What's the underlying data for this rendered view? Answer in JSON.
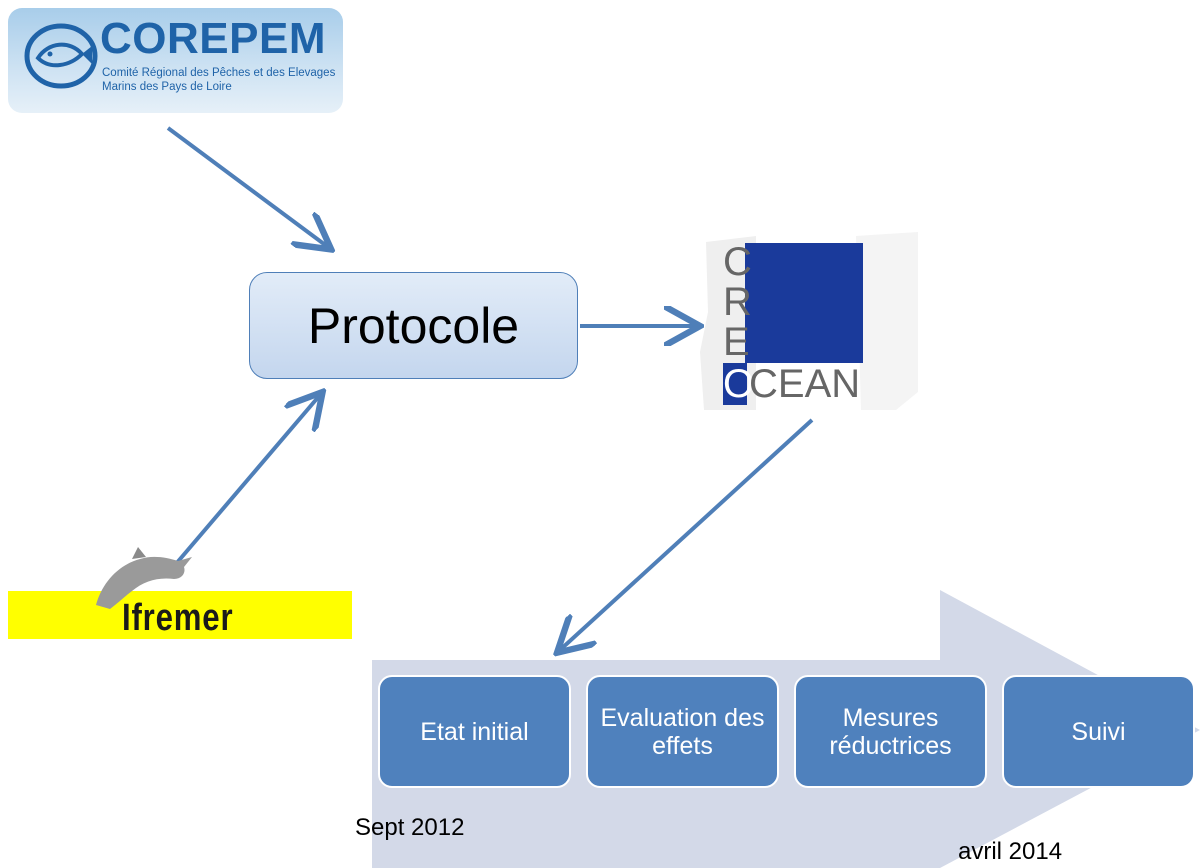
{
  "logos": {
    "corepem": {
      "name": "COREPEM",
      "subtitle": "Comité Régional des Pêches et des Elevages Marins des Pays de Loire"
    },
    "creocean": {
      "letters": [
        "C",
        "R",
        "E"
      ],
      "o": "O",
      "rest": "CEAN"
    },
    "ifremer": {
      "name": "Ifremer"
    }
  },
  "center": {
    "label": "Protocole"
  },
  "timeline": {
    "steps": [
      {
        "label": "Etat initial"
      },
      {
        "label": "Evaluation des effets"
      },
      {
        "label": "Mesures réductrices"
      },
      {
        "label": "Suivi"
      }
    ],
    "start_label": "Sept 2012",
    "end_label": "avril 2014"
  },
  "colors": {
    "arrow": "#4f7fb8",
    "step_fill": "#4f81bd",
    "timeline_arrow": "#d3d9e8",
    "creocean_blue": "#1a3a9b",
    "ifremer_yellow": "#ffff00"
  }
}
